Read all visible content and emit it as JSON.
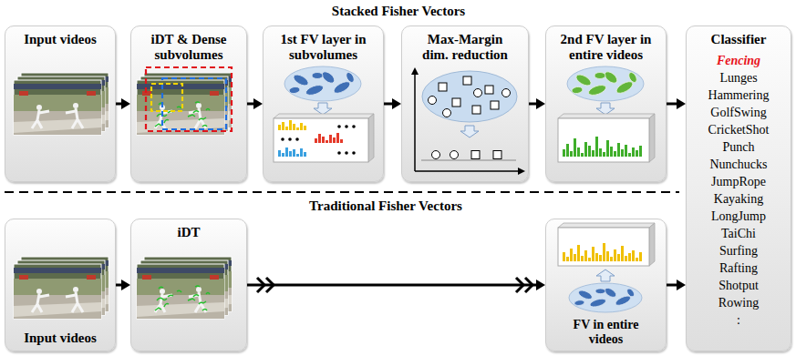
{
  "diagram": {
    "title": "Stacked Fisher Vectors",
    "nodes": [
      {
        "text": [
          "Input videos"
        ]
      },
      {
        "text": [
          "iDT & Dense subvolumes"
        ]
      },
      {
        "text": [
          "1st FV layer in subvolumes"
        ]
      },
      {
        "text": [
          "Max-Margin dim. reduction"
        ]
      },
      {
        "text": [
          "2nd FV layer in entire videos"
        ]
      },
      {
        "text": [
          "Classifier",
          "Fencing",
          "Lunges",
          "Hammering",
          "GolfSwing",
          "CricketShot",
          "Punch",
          "Nunchucks",
          "JumpRope",
          "Kayaking",
          "LongJump",
          "TaiChi",
          "Surfing",
          "Rafting",
          "Shotput",
          "Rowing",
          ":"
        ]
      },
      {
        "text": [
          "Input videos"
        ]
      },
      {
        "text": [
          "iDT"
        ]
      },
      {
        "text": [
          "FV in entire videos"
        ]
      }
    ],
    "edges": [
      {
        "from": 0,
        "to": 1,
        "arrow": "to"
      },
      {
        "from": 1,
        "to": 2,
        "arrow": "to"
      },
      {
        "from": 2,
        "to": 3,
        "arrow": "to"
      },
      {
        "from": 3,
        "to": 4,
        "arrow": "to"
      },
      {
        "from": 4,
        "to": 5,
        "arrow": "to"
      },
      {
        "from": 6,
        "to": 7,
        "arrow": "to"
      },
      {
        "from": 7,
        "to": 8,
        "arrow": "to"
      },
      {
        "from": 8,
        "to": 5,
        "arrow": "to"
      }
    ],
    "labels": [
      "Traditional Fisher Vectors"
    ]
  }
}
